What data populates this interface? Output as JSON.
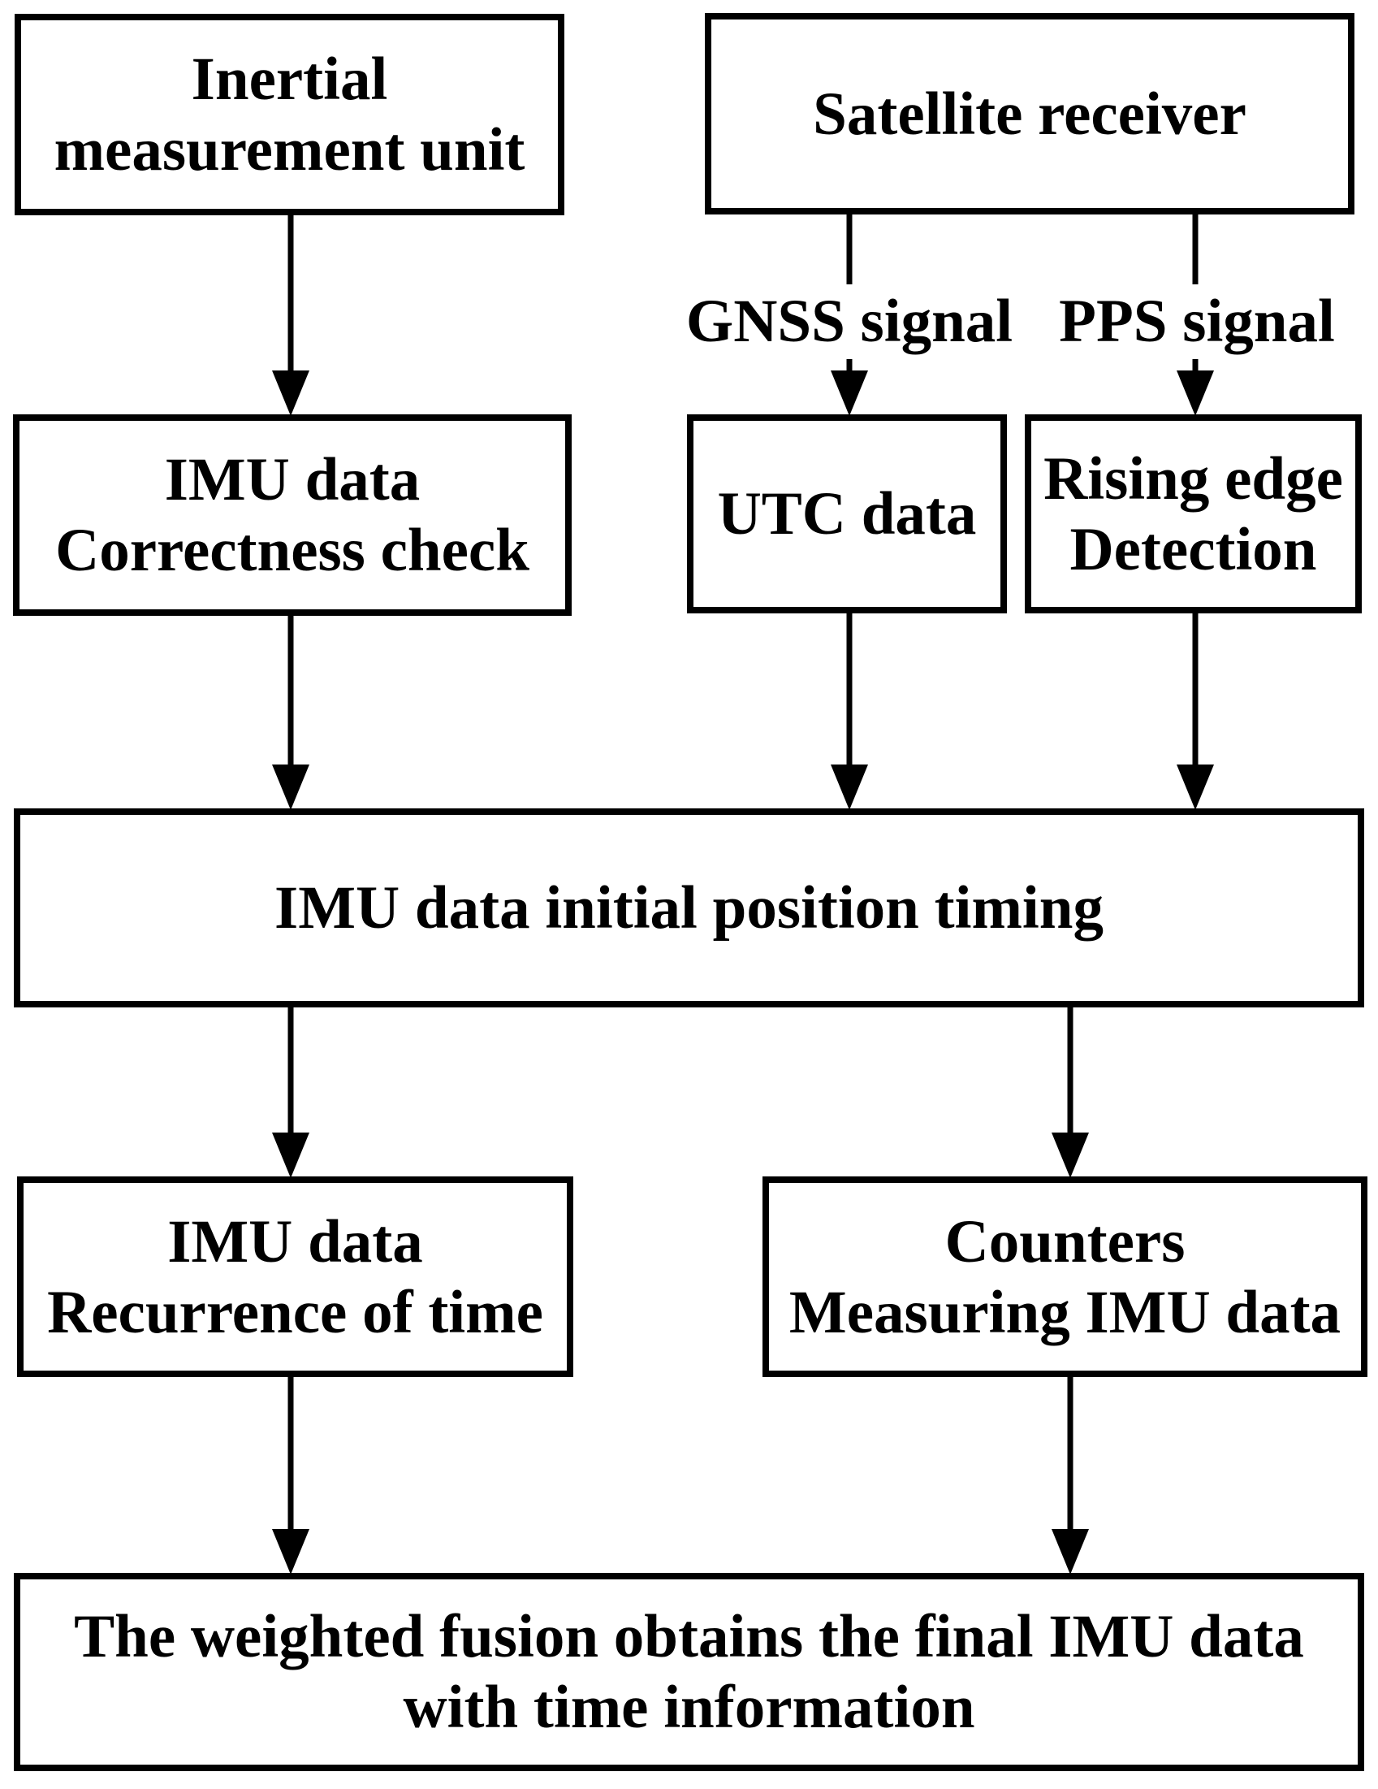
{
  "diagram": {
    "colors": {
      "background": "#ffffff",
      "line": "#000000",
      "text": "#000000"
    },
    "nodes": {
      "inertial": {
        "label": "Inertial\nmeasurement unit"
      },
      "satellite": {
        "label": "Satellite receiver"
      },
      "imu_check": {
        "label": "IMU data\nCorrectness check"
      },
      "utc": {
        "label": "UTC data"
      },
      "rising_edge": {
        "label": "Rising edge\nDetection"
      },
      "timing": {
        "label": "IMU data initial position timing"
      },
      "recurrence": {
        "label": "IMU data\nRecurrence of time"
      },
      "counters": {
        "label": "Counters\nMeasuring IMU data"
      },
      "fusion": {
        "label": "The weighted fusion obtains the final IMU data\nwith time information"
      }
    },
    "edge_labels": {
      "gnss": "GNSS signal",
      "pps": "PPS signal"
    }
  }
}
